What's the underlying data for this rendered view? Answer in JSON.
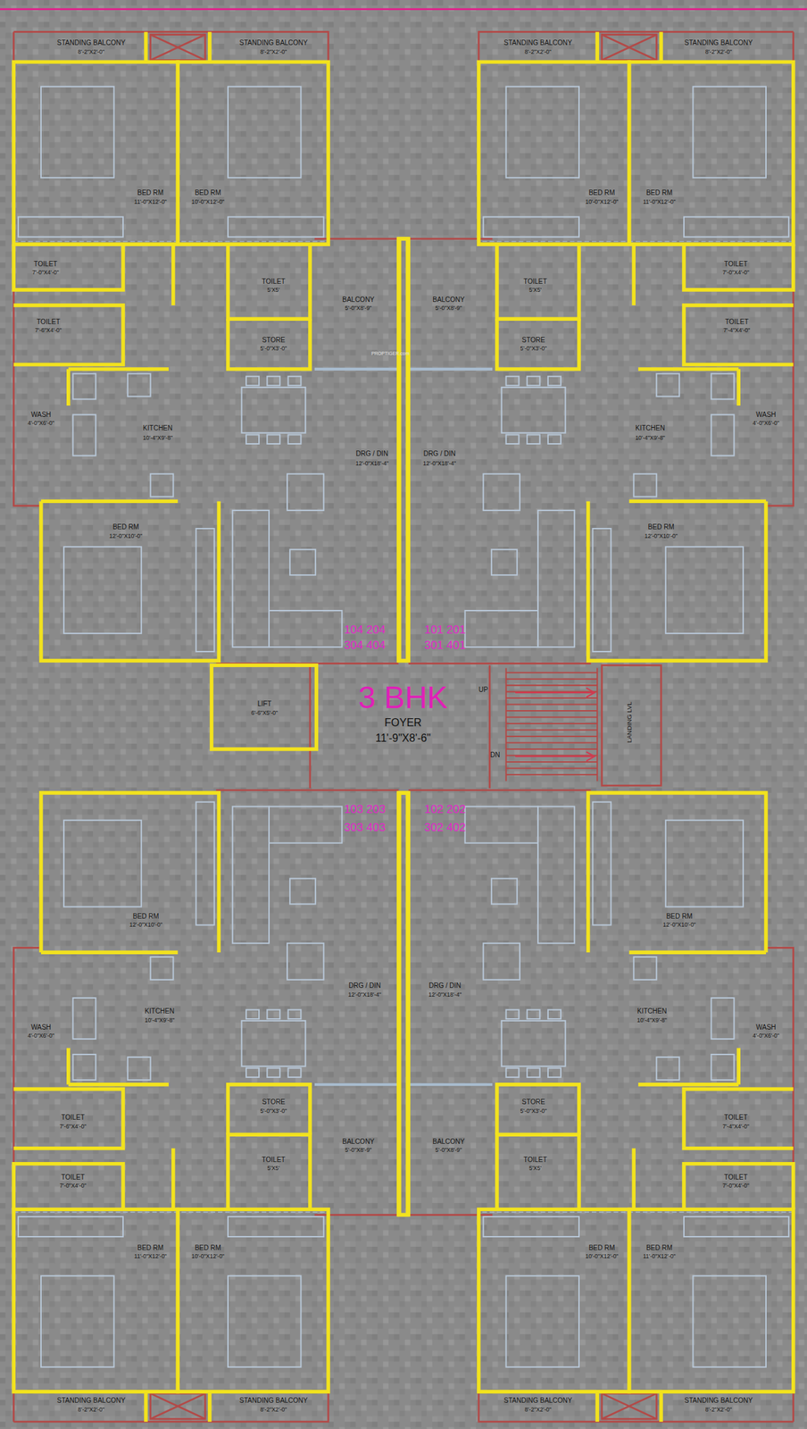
{
  "diagram": {
    "labels": [
      "STANDING BALCONY",
      "8'-2\"X2'-0\"",
      "STANDING BALCONY",
      "8'-2\"X2'-0\"",
      "STANDING BALCONY",
      "8'-2\"X2'-0\"",
      "STANDING BALCONY",
      "8'-2\"X2'-0\"",
      "BED RM",
      "11'-0\"X12'-0\"",
      "BED RM",
      "10'-0\"X12'-0\"",
      "BED RM",
      "10'-0\"X12'-0\"",
      "BED RM",
      "11'-0\"X12'-0\"",
      "TOILET",
      "7'-0\"X4'-0\"",
      "TOILET",
      "5'X5'",
      "TOILET",
      "5'X5'",
      "TOILET",
      "7'-0\"X4'-0\"",
      "BALCONY",
      "5'-0\"X8'-9\"",
      "BALCONY",
      "5'-0\"X8'-9\"",
      "TOILET",
      "7'-6\"X4'-0\"",
      "TOILET",
      "7'-4\"X4'-0\"",
      "STORE",
      "5'-0\"X3'-0\"",
      "STORE",
      "5'-0\"X3'-0\"",
      "PROPTIGER.com",
      "WASH",
      "4'-0\"X6'-0\"",
      "KITCHEN",
      "10'-4\"X9'-8\"",
      "KITCHEN",
      "10'-4\"X9'-8\"",
      "WASH",
      "4'-0\"X6'-0\"",
      "DRG / DIN",
      "12'-0\"X18'-4\"",
      "DRG / DIN",
      "12'-0\"X18'-4\"",
      "BED RM",
      "12'-0\"X10'-0\"",
      "BED RM",
      "12'-0\"X10'-0\"",
      "104 204",
      "101 201",
      "304 404",
      "301 401",
      "UP",
      "LIFT",
      "6'-6\"X5'-0\"",
      "3 BHK",
      "FOYER",
      "11'-9\"X8'-6\"",
      "LANDING LVL",
      "DN",
      "103 203",
      "102 202",
      "303 403",
      "302 402",
      "BED RM",
      "12'-0\"X10'-0\"",
      "BED RM",
      "12'-0\"X10'-0\"",
      "DRG / DIN",
      "12'-0\"X18'-4\"",
      "DRG / DIN",
      "12'-0\"X18'-4\"",
      "KITCHEN",
      "10'-4\"X9'-8\"",
      "KITCHEN",
      "10'-4\"X9'-8\"",
      "WASH",
      "4'-0\"X6'-0\"",
      "WASH",
      "4'-0\"X6'-0\"",
      "STORE",
      "5'-0\"X3'-0\"",
      "STORE",
      "5'-0\"X3'-0\"",
      "TOILET",
      "7'-6\"X4'-0\"",
      "TOILET",
      "7'-4\"X4'-0\"",
      "BALCONY",
      "5'-0\"X8'-9\"",
      "BALCONY",
      "5'-0\"X8'-9\"",
      "TOILET",
      "5'X5'",
      "TOILET",
      "5'X5'",
      "TOILET",
      "7'-0\"X4'-0\"",
      "TOILET",
      "7'-0\"X4'-0\"",
      "BED RM",
      "11'-0\"X12'-0\"",
      "BED RM",
      "10'-0\"X12'-0\"",
      "BED RM",
      "10'-0\"X12'-0\"",
      "BED RM",
      "11'-0\"X12'-0\"",
      "STANDING BALCONY",
      "8'-2\"X2'-0\"",
      "STANDING BALCONY",
      "8'-2\"X2'-0\"",
      "STANDING BALCONY",
      "8'-2\"X2'-0\"",
      "STANDING BALCONY",
      "8'-2\"X2'-0\""
    ]
  }
}
